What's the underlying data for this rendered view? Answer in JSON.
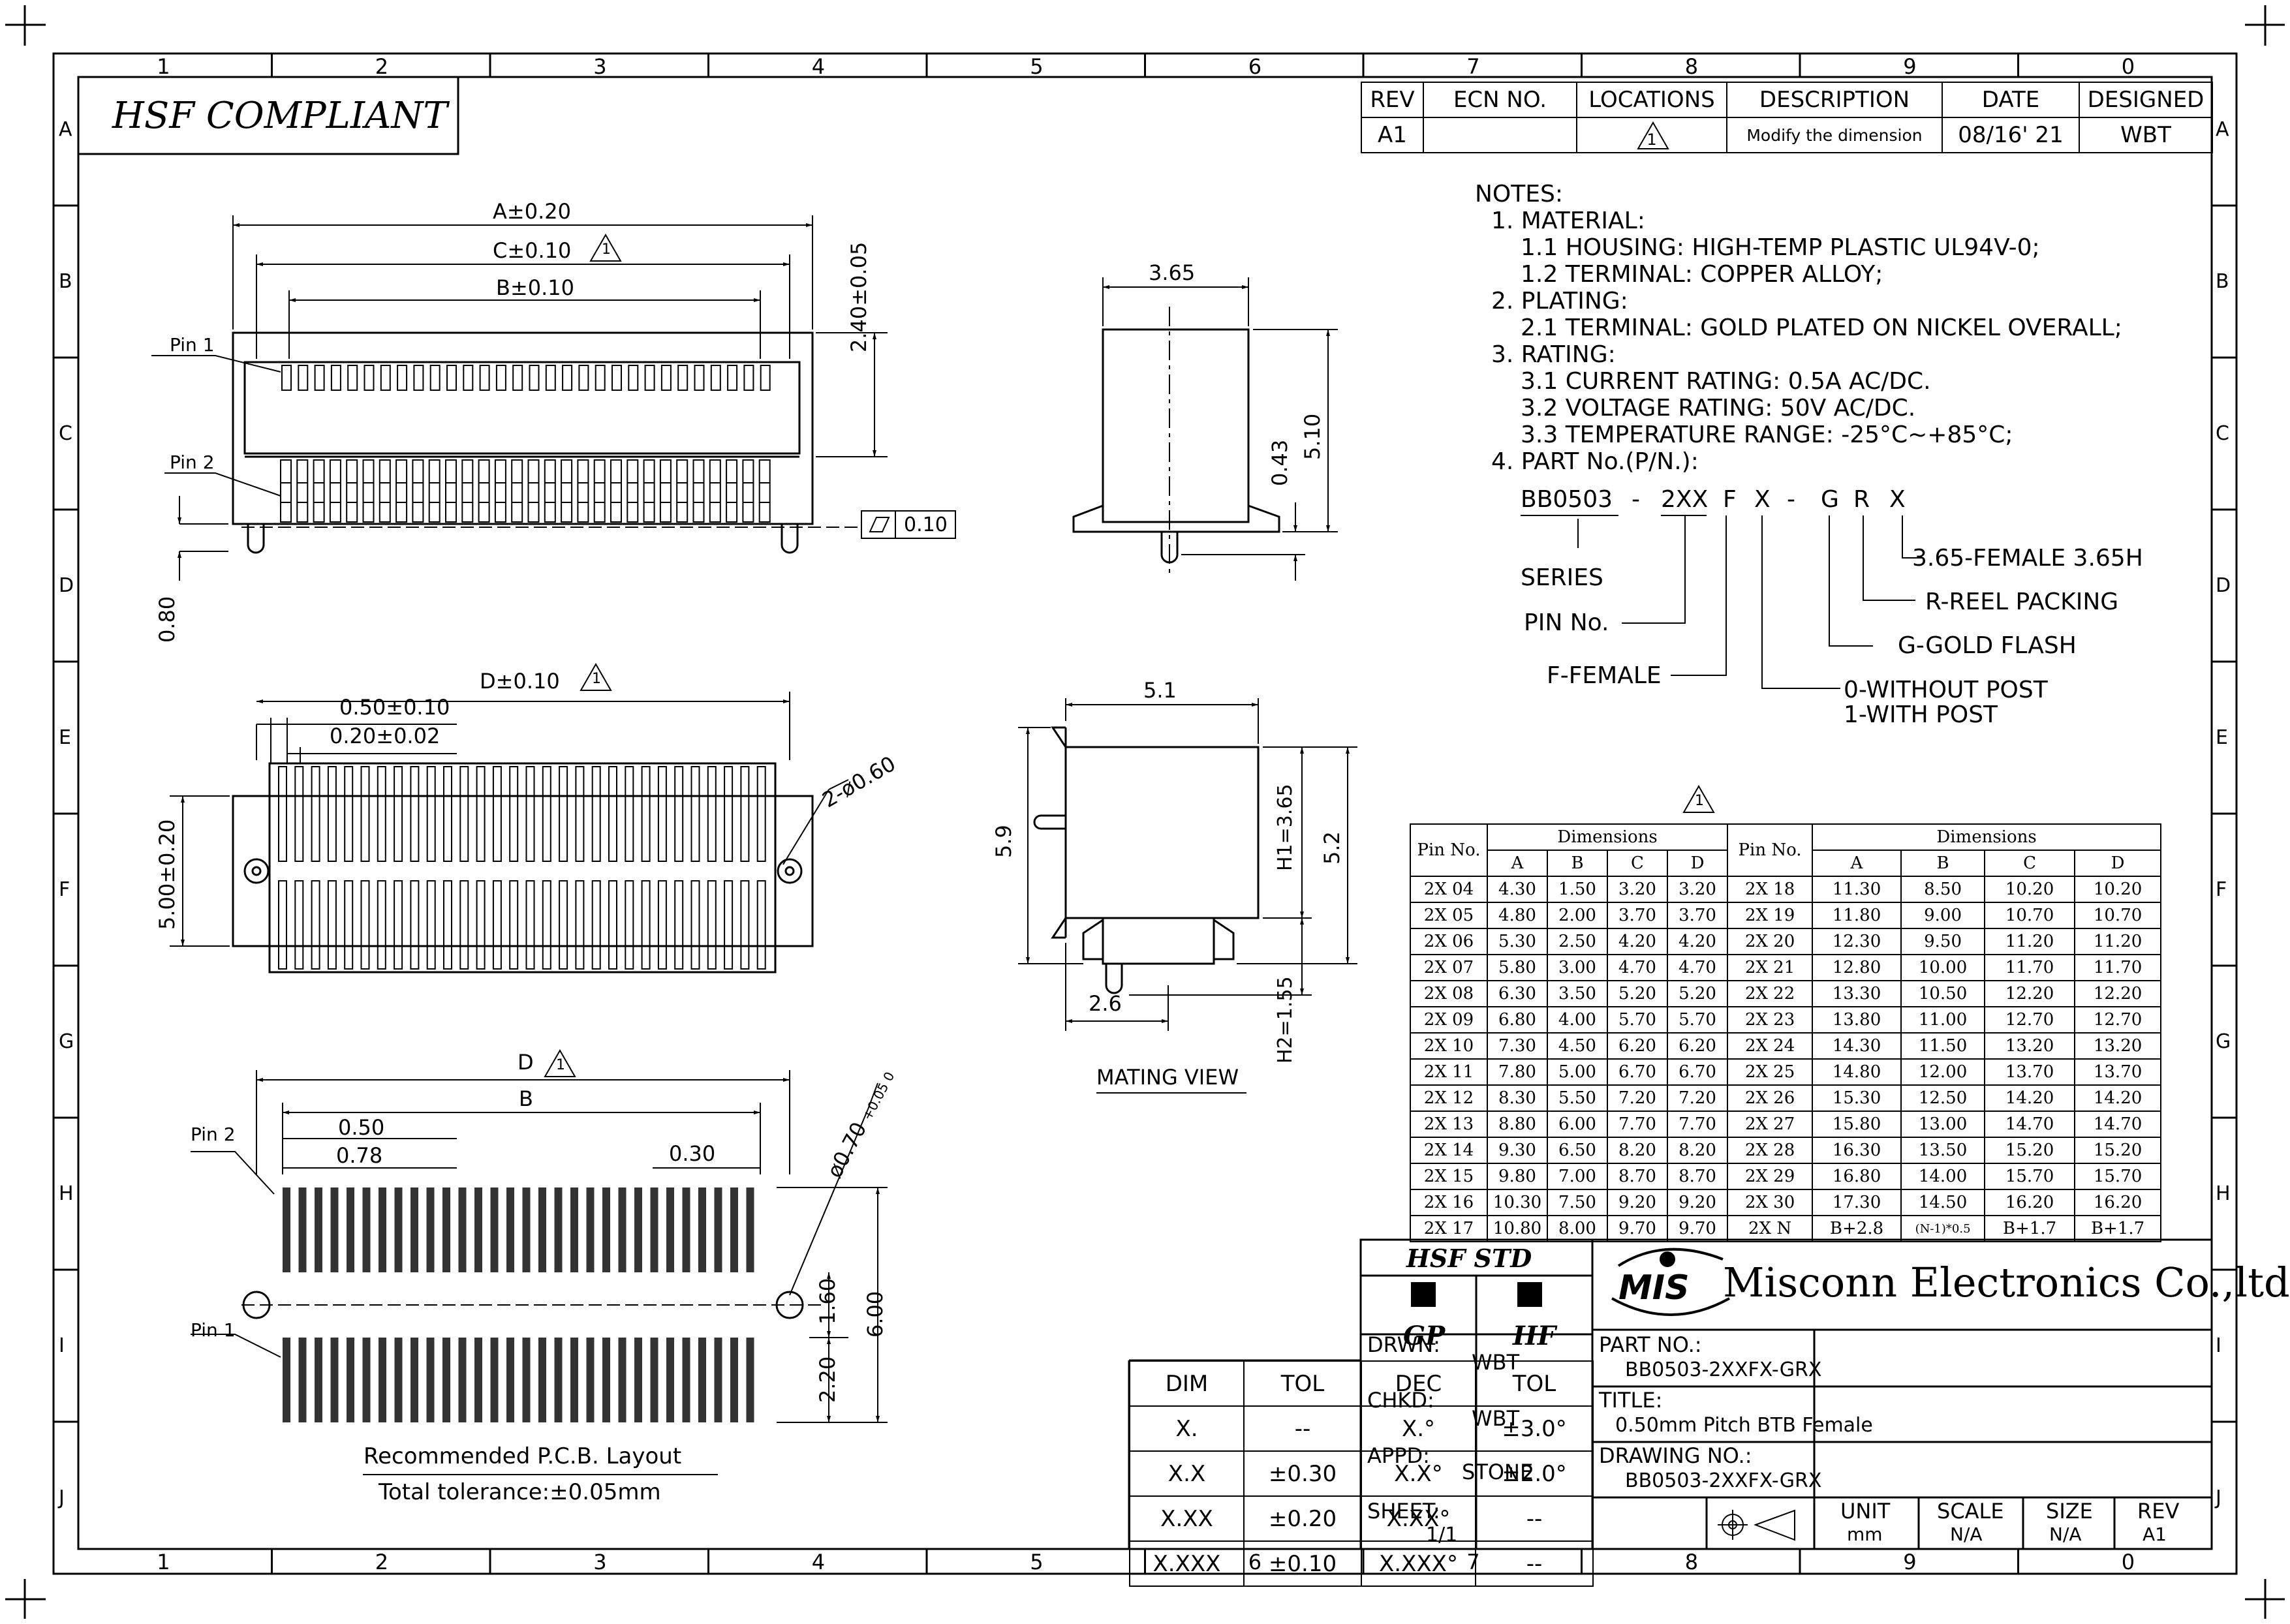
{
  "border": {
    "col_numbers": [
      "1",
      "2",
      "3",
      "4",
      "5",
      "6",
      "7",
      "8",
      "9",
      "0"
    ],
    "row_letters": [
      "A",
      "B",
      "C",
      "D",
      "E",
      "F",
      "G",
      "H",
      "I",
      "J"
    ]
  },
  "compliance_label": "HSF  COMPLIANT",
  "revision_table": {
    "headers": [
      "REV",
      "ECN NO.",
      "LOCATIONS",
      "DESCRIPTION",
      "DATE",
      "DESIGNED"
    ],
    "row": {
      "rev": "A1",
      "ecn": "",
      "location_symbol": "1",
      "description": "Modify the dimension",
      "date": "08/16' 21",
      "designed": "WBT"
    }
  },
  "notes": [
    "NOTES:",
    "1. MATERIAL:",
    "1.1 HOUSING: HIGH-TEMP PLASTIC UL94V-0;",
    "1.2 TERMINAL: COPPER ALLOY;",
    "2. PLATING:",
    "2.1 TERMINAL: GOLD PLATED ON NICKEL OVERALL;",
    "3. RATING:",
    "3.1 CURRENT RATING: 0.5A AC/DC.",
    "3.2 VOLTAGE RATING: 50V AC/DC.",
    "3.3 TEMPERATURE RANGE: -25°C~+85°C;",
    "4. PART No.(P/N.):"
  ],
  "part_code": {
    "segments": [
      "BB0503",
      "-",
      "2XX",
      "F",
      "X",
      "-",
      "G",
      "R",
      "X"
    ],
    "legend": {
      "series": "SERIES",
      "pin_no": "PIN  No.",
      "female": "F-FEMALE",
      "post0": "0-WITHOUT POST",
      "post1": "1-WITH POST",
      "gold": "G-GOLD FLASH",
      "reel": "R-REEL PACKING",
      "height": "3.65-FEMALE 3.65H"
    }
  },
  "top_view": {
    "dim_a": "A±0.20",
    "dim_c": "C±0.10",
    "dim_b": "B±0.10",
    "height": "2.40±0.05",
    "pin1": "Pin 1",
    "pin2": "Pin 2",
    "coplanarity": "0.10",
    "standoff": "0.80"
  },
  "bottom_view": {
    "dim_d": "D±0.10",
    "pitch": "0.50±0.10",
    "width": "0.20±0.02",
    "holes": "2-ø0.60",
    "height": "5.00±0.20"
  },
  "pcb_layout": {
    "dim_d": "D",
    "dim_b": "B",
    "pitch": "0.50",
    "pad_len": "0.78",
    "pad_w": "0.30",
    "hole": "ø0.70",
    "hole_tol": "+0.05 0",
    "pin2": "Pin 2",
    "pin1": "Pin 1",
    "y1": "1.60",
    "y2": "2.20",
    "total": "6.00",
    "title": "Recommended P.C.B. Layout",
    "tolerance": "Total tolerance:±0.05mm"
  },
  "side_view": {
    "width": "3.65",
    "height": "5.10",
    "stem": "0.43"
  },
  "mating_view": {
    "width": "5.1",
    "height": "5.9",
    "h1": "H1=3.65",
    "total": "5.2",
    "offset": "2.6",
    "h2": "H2=1.55",
    "caption": "MATING  VIEW"
  },
  "dimension_table": {
    "revision_symbol": "1",
    "pin_header": "Pin No.",
    "dim_header": "Dimensions",
    "cols": [
      "A",
      "B",
      "C",
      "D"
    ],
    "left_rows": [
      [
        "2X 04",
        "4.30",
        "1.50",
        "3.20",
        "3.20"
      ],
      [
        "2X 05",
        "4.80",
        "2.00",
        "3.70",
        "3.70"
      ],
      [
        "2X 06",
        "5.30",
        "2.50",
        "4.20",
        "4.20"
      ],
      [
        "2X 07",
        "5.80",
        "3.00",
        "4.70",
        "4.70"
      ],
      [
        "2X 08",
        "6.30",
        "3.50",
        "5.20",
        "5.20"
      ],
      [
        "2X 09",
        "6.80",
        "4.00",
        "5.70",
        "5.70"
      ],
      [
        "2X 10",
        "7.30",
        "4.50",
        "6.20",
        "6.20"
      ],
      [
        "2X 11",
        "7.80",
        "5.00",
        "6.70",
        "6.70"
      ],
      [
        "2X 12",
        "8.30",
        "5.50",
        "7.20",
        "7.20"
      ],
      [
        "2X 13",
        "8.80",
        "6.00",
        "7.70",
        "7.70"
      ],
      [
        "2X 14",
        "9.30",
        "6.50",
        "8.20",
        "8.20"
      ],
      [
        "2X 15",
        "9.80",
        "7.00",
        "8.70",
        "8.70"
      ],
      [
        "2X 16",
        "10.30",
        "7.50",
        "9.20",
        "9.20"
      ],
      [
        "2X 17",
        "10.80",
        "8.00",
        "9.70",
        "9.70"
      ]
    ],
    "right_rows": [
      [
        "2X 18",
        "11.30",
        "8.50",
        "10.20",
        "10.20"
      ],
      [
        "2X 19",
        "11.80",
        "9.00",
        "10.70",
        "10.70"
      ],
      [
        "2X 20",
        "12.30",
        "9.50",
        "11.20",
        "11.20"
      ],
      [
        "2X 21",
        "12.80",
        "10.00",
        "11.70",
        "11.70"
      ],
      [
        "2X 22",
        "13.30",
        "10.50",
        "12.20",
        "12.20"
      ],
      [
        "2X 23",
        "13.80",
        "11.00",
        "12.70",
        "12.70"
      ],
      [
        "2X 24",
        "14.30",
        "11.50",
        "13.20",
        "13.20"
      ],
      [
        "2X 25",
        "14.80",
        "12.00",
        "13.70",
        "13.70"
      ],
      [
        "2X 26",
        "15.30",
        "12.50",
        "14.20",
        "14.20"
      ],
      [
        "2X 27",
        "15.80",
        "13.00",
        "14.70",
        "14.70"
      ],
      [
        "2X 28",
        "16.30",
        "13.50",
        "15.20",
        "15.20"
      ],
      [
        "2X 29",
        "16.80",
        "14.00",
        "15.70",
        "15.70"
      ],
      [
        "2X 30",
        "17.30",
        "14.50",
        "16.20",
        "16.20"
      ],
      [
        "2X N",
        "B+2.8",
        "(N-1)*0.5",
        "B+1.7",
        "B+1.7"
      ]
    ]
  },
  "hsf_std": {
    "title": "HSF  STD",
    "gp": "GP",
    "hf": "HF"
  },
  "tolerance_table": {
    "headers": [
      "DIM",
      "TOL",
      "DEC",
      "TOL"
    ],
    "rows": [
      [
        "X.",
        "--",
        "X.°",
        "±3.0°"
      ],
      [
        "X.X",
        "±0.30",
        "X.X°",
        "±2.0°"
      ],
      [
        "X.XX",
        "±0.20",
        "X.XX°",
        "--"
      ],
      [
        "X.XXX",
        "±0.10",
        "X.XXX°",
        "--"
      ]
    ]
  },
  "title_block": {
    "logo": "MIS",
    "company": "Misconn Electronics Co.,ltd.",
    "drwn_label": "DRWN:",
    "drwn": "WBT",
    "chkd_label": "CHKD:",
    "chkd": "WBT",
    "appd_label": "APPD:",
    "appd": "STONE",
    "part_label": "PART NO.:",
    "part": "BB0503-2XXFX-GRX",
    "title_label": "TITLE:",
    "title": "0.50mm Pitch BTB Female",
    "drawing_label": "DRAWING NO.:",
    "drawing": "BB0503-2XXFX-GRX",
    "sheet_label": "SHEET:",
    "sheet": "1/1",
    "unit_label": "UNIT",
    "unit": "mm",
    "scale_label": "SCALE",
    "scale": "N/A",
    "size_label": "SIZE",
    "size": "N/A",
    "rev_label": "REV",
    "rev": "A1"
  }
}
